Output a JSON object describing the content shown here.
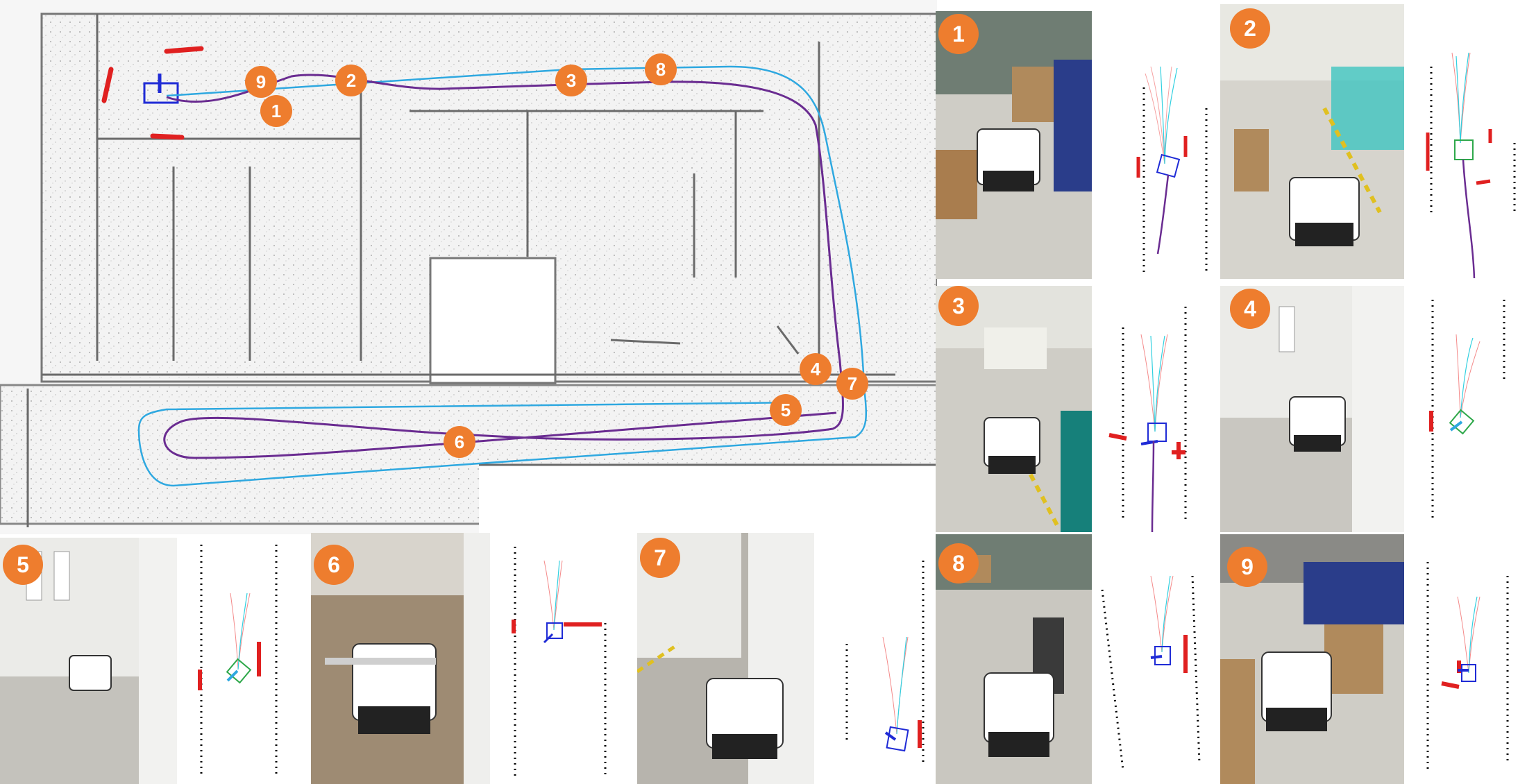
{
  "colors": {
    "badge": "#ee7d2e",
    "path_purple": "#6a2c91",
    "path_blue": "#2ea8e0",
    "robot_box": "#1f2bd6",
    "robot_box_alt": "#2ea84a",
    "obstacle": "#e02020"
  },
  "map": {
    "markers": [
      {
        "label": "1"
      },
      {
        "label": "2"
      },
      {
        "label": "3"
      },
      {
        "label": "4"
      },
      {
        "label": "5"
      },
      {
        "label": "6"
      },
      {
        "label": "7"
      },
      {
        "label": "8"
      },
      {
        "label": "9"
      }
    ]
  },
  "snapshots": [
    {
      "label": "1",
      "scene": "lab-boxes"
    },
    {
      "label": "2",
      "scene": "lab-pool"
    },
    {
      "label": "3",
      "scene": "lab-desks"
    },
    {
      "label": "4",
      "scene": "doorway"
    },
    {
      "label": "5",
      "scene": "doorway"
    },
    {
      "label": "6",
      "scene": "corridor"
    },
    {
      "label": "7",
      "scene": "corridor-corner"
    },
    {
      "label": "8",
      "scene": "lab-boxes"
    },
    {
      "label": "9",
      "scene": "lab-boxes"
    }
  ]
}
